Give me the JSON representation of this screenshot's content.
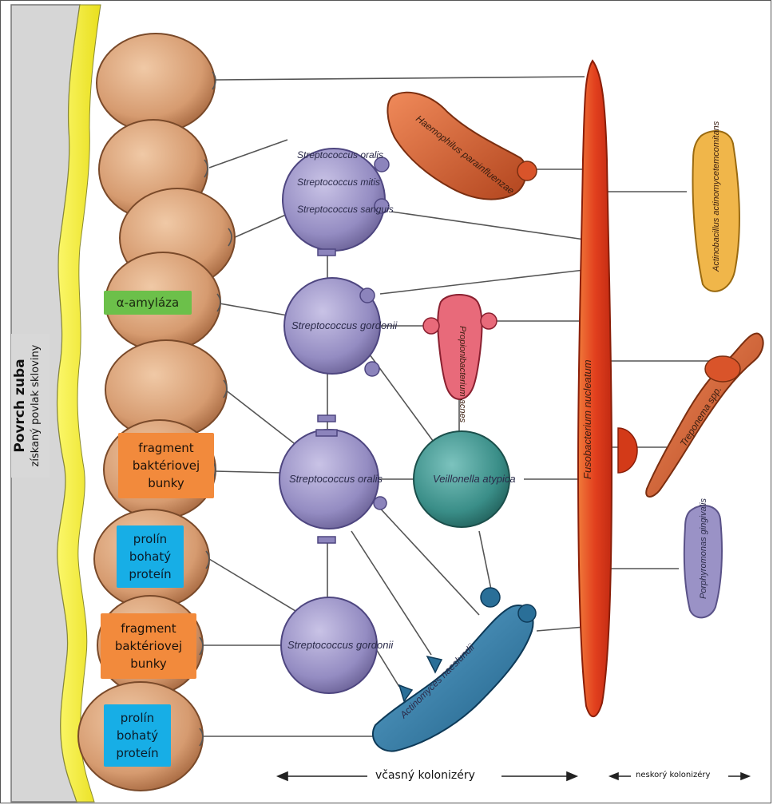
{
  "tooth": {
    "title": "Povrch zuba",
    "subtitle": "získaný povlak skloviny"
  },
  "receptors": {
    "amylase": "α-amyláza",
    "fragment_1": "fragment baktériovej bunky",
    "prolin_1": "prolín bohatý proteín",
    "fragment_2": "fragment baktériovej bunky",
    "prolin_2": "prolín bohatý proteín"
  },
  "bacteria": {
    "strep_group_1": "Streptococcus oralis",
    "strep_group_2": "Streptococcus mitis",
    "strep_group_3": "Streptococcus sanguis",
    "gordonii_top": "Streptococcus gordonii",
    "oralis_mid": "Streptococcus oralis",
    "gordonii_bottom": "Streptococcus gordonii",
    "veillonella": "Veillonella atypica",
    "propioni": "Propionibacterium acnes",
    "haemophilus": "Haemophilus parainfluenzae",
    "actinomyces": "Actinomyces naeslundii",
    "fusobacterium": "Fusobacterium nucleatum",
    "actinobacillus": "Actinobacillus actinomycetemcomitans",
    "treponema": "Treponema spp.",
    "porphyromonas": "Porphyromonas gingivalis"
  },
  "axis": {
    "early": "včasný kolonizéry",
    "late": "neskorý kolonizéry"
  },
  "colors": {
    "enamel_yellow": "#f4ef3a",
    "tan_cell": "#d9a27a",
    "purple_cell": "#9a92c6",
    "teal_cell": "#3d8f8a",
    "fuso_red": "#e04a22",
    "green_box": "#6cc04a",
    "orange_box": "#f28a3c",
    "blue_box": "#17aee6"
  }
}
